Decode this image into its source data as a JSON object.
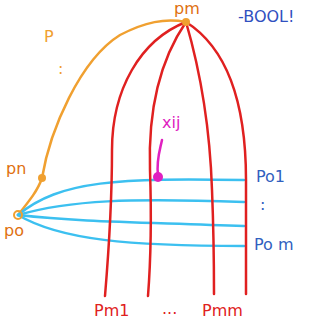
{
  "diagram": {
    "labels": [
      "P",
      ":",
      "pm",
      "-BOOL!",
      "pn",
      "po",
      "xij",
      "Po1",
      ":",
      "Po m",
      "Pm1",
      "...",
      "Pmm"
    ]
  }
}
